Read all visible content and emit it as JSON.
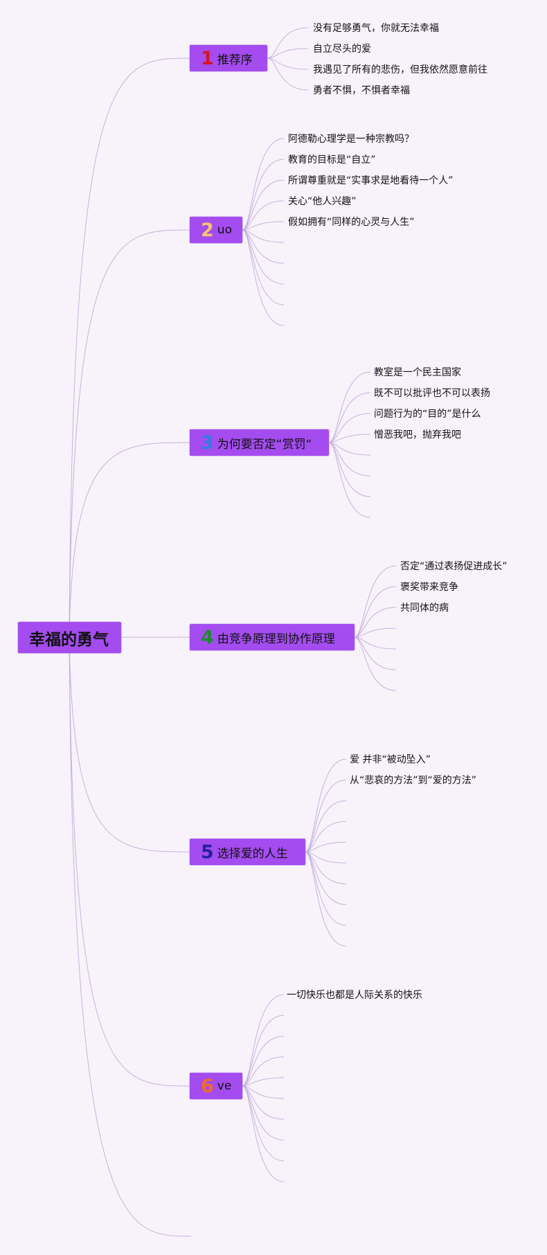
{
  "root": {
    "label": "幸福的勇气"
  },
  "branches": [
    {
      "num": "1",
      "num_color": "#d8141c",
      "label": "推荐序",
      "leaves": [
        "没有足够勇气，你就无法幸福",
        "自立尽头的爱",
        "我遇见了所有的悲伤，但我依然愿意前往",
        "勇者不惧，不惧者幸福"
      ]
    },
    {
      "num": "2",
      "num_color": "#f6c46c",
      "label": "uo",
      "leaves": [
        "阿德勒心理学是一种宗教吗？",
        "教育的目标是“自立”",
        "所谓尊重就是“实事求是地看待一个人”",
        "关心“他人兴趣”",
        "假如拥有“同样的心灵与人生”",
        "",
        "",
        "",
        "",
        ""
      ]
    },
    {
      "num": "3",
      "num_color": "#2f7fe0",
      "label": "为何要否定“赏罚“",
      "leaves": [
        "教室是一个民主国家",
        "既不可以批评也不可以表扬",
        "问题行为的“目的”是什么",
        "憎恶我吧，抛弃我吧",
        "",
        "",
        "",
        ""
      ]
    },
    {
      "num": "4",
      "num_color": "#1f8a2f",
      "label": "由竞争原理到协作原理",
      "leaves": [
        "否定“通过表扬促进成长”",
        "褒奖带来竞争",
        "共同体的病",
        "",
        "",
        "",
        ""
      ]
    },
    {
      "num": "5",
      "num_color": "#23239c",
      "label": "选择爱的人生",
      "leaves": [
        "爱 并非“被动坠入”",
        "从“悲哀的方法”到“爱的方法”",
        "",
        "",
        "",
        "",
        "",
        "",
        "",
        ""
      ]
    },
    {
      "num": "6",
      "num_color": "#f26a2a",
      "label": "ve",
      "leaves": [
        "一切快乐也都是人际关系的快乐",
        "",
        "",
        "",
        "",
        "",
        "",
        "",
        "",
        ""
      ]
    }
  ],
  "colors": {
    "background": "#f8f3fb",
    "node_fill": "#a44cf0",
    "connector": "#c7b0dc"
  }
}
